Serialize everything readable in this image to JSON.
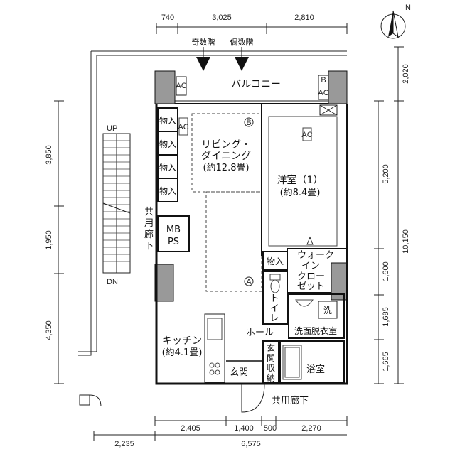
{
  "top_dims": [
    "740",
    "3,025",
    "2,810"
  ],
  "bottom_dims_1": [
    "2,405",
    "1,400",
    "500",
    "2,270"
  ],
  "bottom_dims_2": [
    "2,235",
    "6,575"
  ],
  "left_dims": [
    "3,850",
    "1,950",
    "4,350"
  ],
  "right_dims_1": [
    "5,200",
    "1,600",
    "1,685",
    "1,665"
  ],
  "right_dims_2": [
    "2,020",
    "10,150"
  ],
  "north": "N",
  "floor_odd": "奇数階",
  "floor_even": "偶数階",
  "balcony": "バルコニー",
  "ac": "AC",
  "stairs_up": "UP",
  "stairs_down": "DN",
  "common_corridor_side": [
    "共",
    "用",
    "廊",
    "下"
  ],
  "common_corridor_bottom": "共用廊下",
  "storage": "物入",
  "living": [
    "リビング・",
    "ダイニング",
    "(約12.8畳)"
  ],
  "bedroom": [
    "洋室（1）",
    "(約8.4畳)"
  ],
  "walkin": [
    "ウォーク",
    "イン",
    "クロー",
    "ゼット"
  ],
  "mbps": [
    "MB",
    "PS"
  ],
  "toilet": [
    "ト",
    "イ",
    "レ"
  ],
  "wash_machine": "洗",
  "dressing": "洗面脱衣室",
  "hall": "ホール",
  "kitchen": [
    "キッチン",
    "(約4.1畳)"
  ],
  "entrance_storage": [
    "玄",
    "関",
    "収",
    "納"
  ],
  "entrance": "玄関",
  "bath": "浴室",
  "marker_a": "A",
  "marker_b": "B"
}
